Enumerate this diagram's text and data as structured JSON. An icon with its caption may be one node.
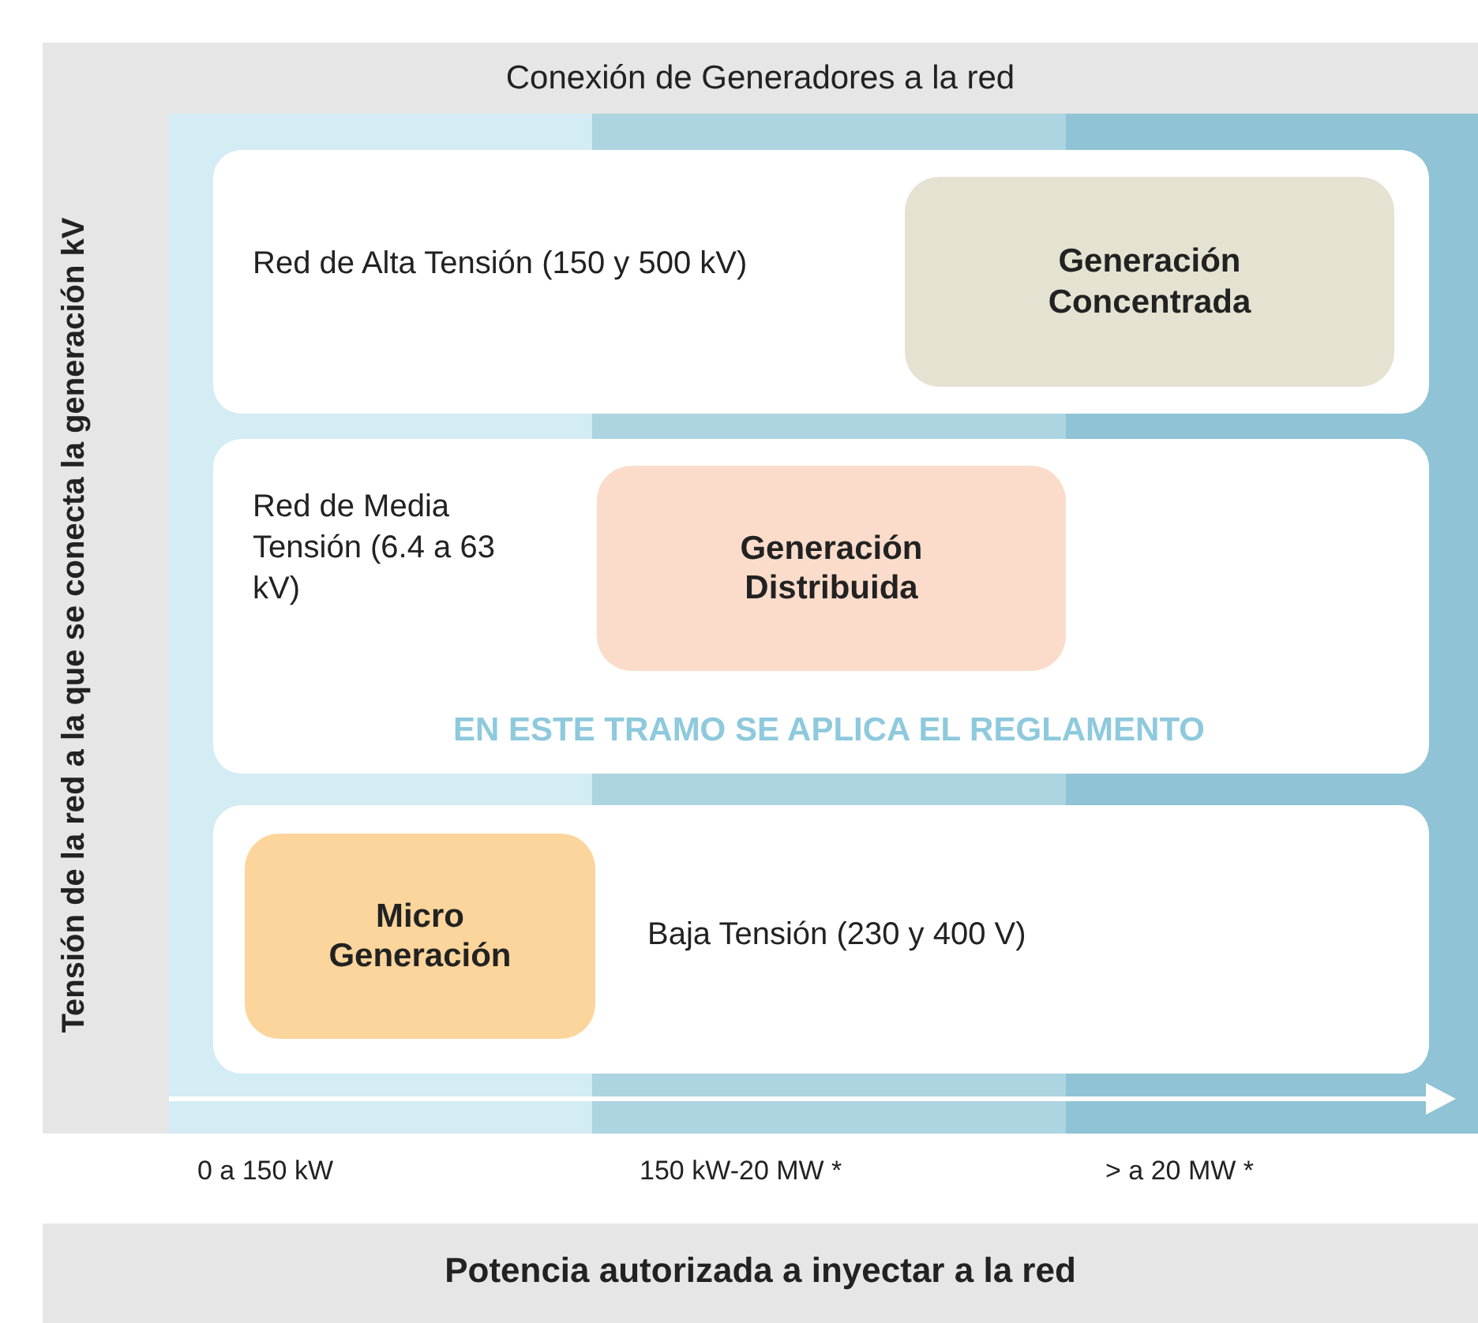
{
  "diagram": {
    "title": "Conexión de Generadores a la red",
    "nodes": [
      {
        "text": [
          "Red de Alta Tensión (150 y 500 kV)"
        ]
      },
      {
        "text": [
          "Generación Concentrada"
        ],
        "in": 0
      },
      {
        "text": [
          "Red de Media Tensión (6.4 a 63 kV)",
          "EN ESTE TRAMO SE APLICA EL REGLAMENTO"
        ]
      },
      {
        "text": [
          "Generación Distribuida"
        ],
        "in": 2
      },
      {
        "text": [
          "Baja Tensión (230 y 400 V)"
        ]
      },
      {
        "text": [
          "Micro Generación"
        ],
        "in": 4
      }
    ],
    "labels": [
      "Tensión de la red a la que se conecta la generación kV",
      "0 a 150 kW",
      "150 kW-20 MW *",
      "> a 20 MW *",
      "Potencia autorizada a inyectar a la red"
    ]
  }
}
